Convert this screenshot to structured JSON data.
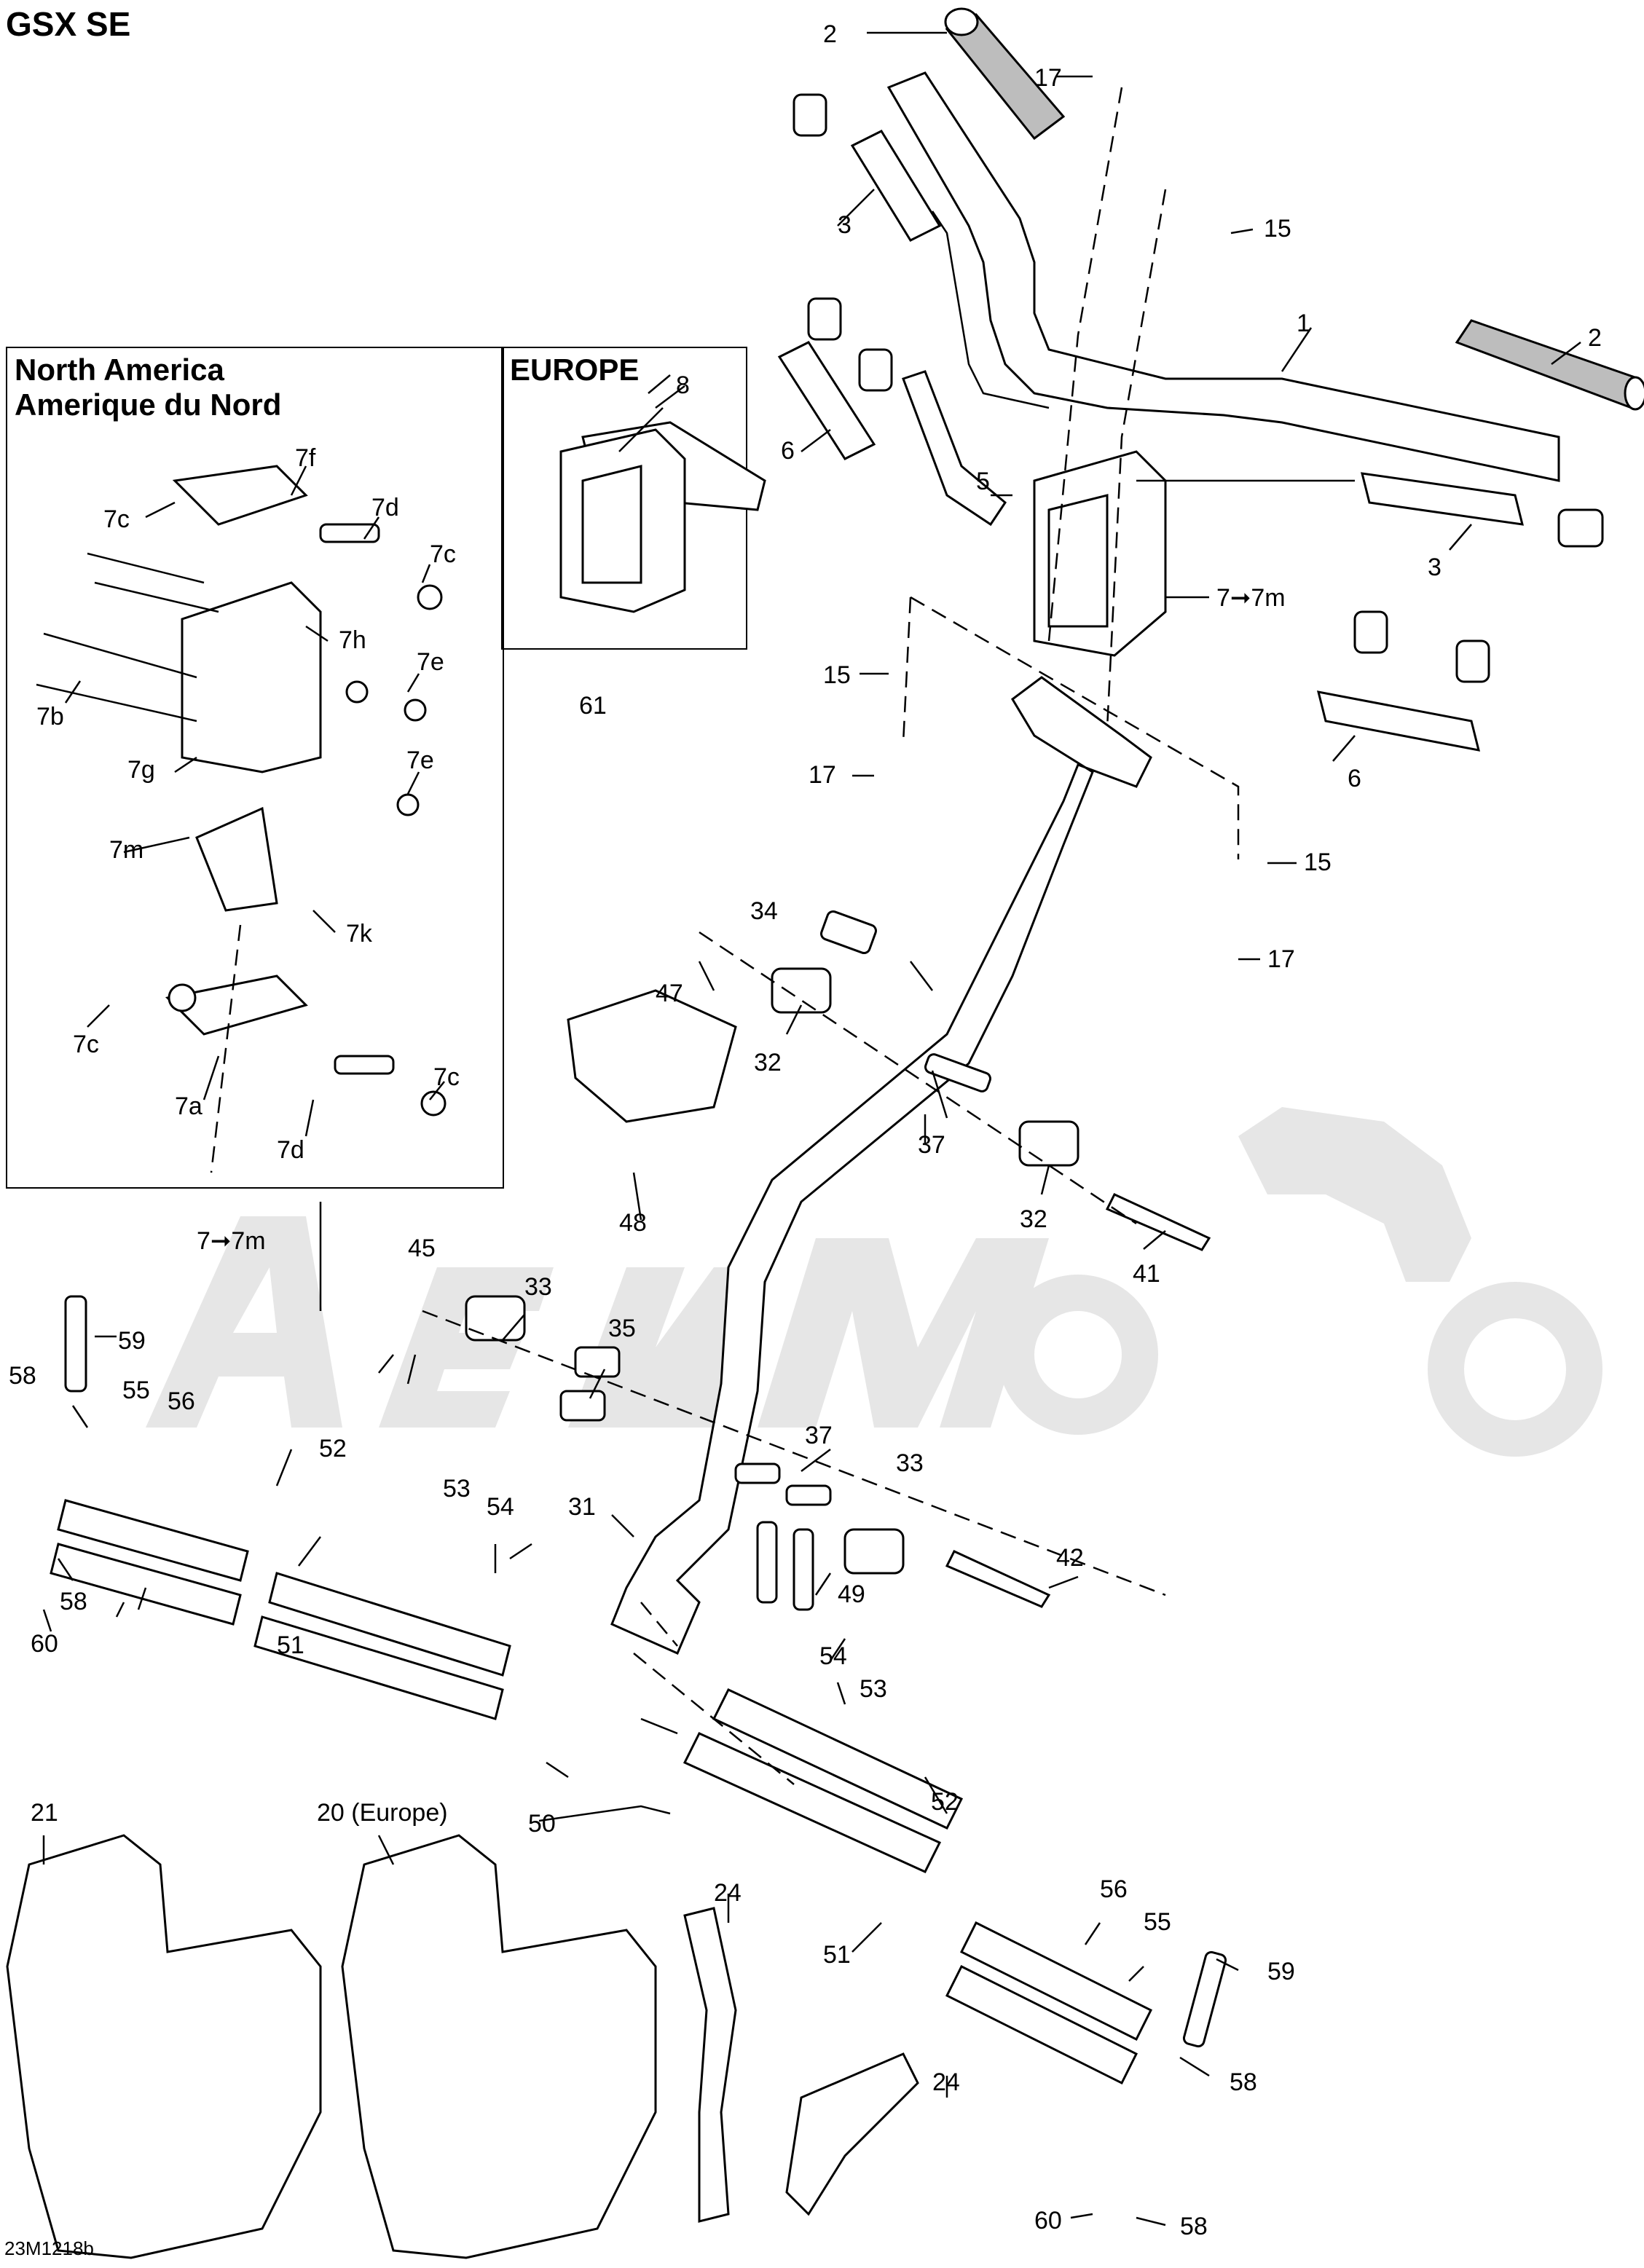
{
  "diagram": {
    "title": "GSX SE",
    "drawing_id": "23M1218b",
    "regions": {
      "north_america_line1": "North America",
      "north_america_line2": "Amerique du Nord",
      "europe": "EUROPE"
    },
    "callouts": {
      "c1": "1",
      "c2a": "2",
      "c2b": "2",
      "c3a": "3",
      "c3b": "3",
      "c5": "5",
      "c6a": "6",
      "c6b": "6",
      "c7m_main": "7➞7m",
      "c7m_box": "7➞7m",
      "c7a": "7a",
      "c7b": "7b",
      "c7c1": "7c",
      "c7c2": "7c",
      "c7c3": "7c",
      "c7c4": "7c",
      "c7d1": "7d",
      "c7d2": "7d",
      "c7e1": "7e",
      "c7e2": "7e",
      "c7f": "7f",
      "c7g": "7g",
      "c7h": "7h",
      "c7k": "7k",
      "c7m": "7m",
      "c8": "8",
      "c15a": "15",
      "c15b": "15",
      "c15c": "15",
      "c17a": "17",
      "c17b": "17",
      "c17c": "17",
      "c20": "20 (Europe)",
      "c21": "21",
      "c24a": "24",
      "c24b": "24",
      "c31": "31",
      "c32a": "32",
      "c32b": "32",
      "c33a": "33",
      "c33b": "33",
      "c34": "34",
      "c35": "35",
      "c37a": "37",
      "c37b": "37",
      "c41": "41",
      "c42": "42",
      "c45": "45",
      "c47": "47",
      "c48": "48",
      "c49": "49",
      "c50": "50",
      "c51a": "51",
      "c51b": "51",
      "c52a": "52",
      "c52b": "52",
      "c53a": "53",
      "c53b": "53",
      "c54a": "54",
      "c54b": "54",
      "c55a": "55",
      "c55b": "55",
      "c56a": "56",
      "c56b": "56",
      "c58a": "58",
      "c58b": "58",
      "c58c": "58",
      "c58d": "58",
      "c59a": "59",
      "c59b": "59",
      "c60a": "60",
      "c60b": "60",
      "c61": "61"
    }
  }
}
